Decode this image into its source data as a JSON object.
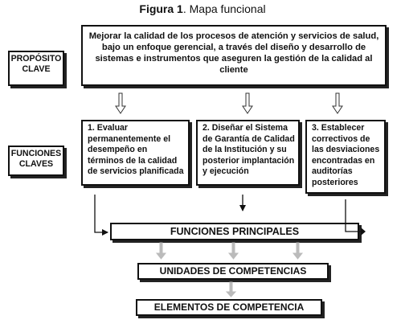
{
  "figure": {
    "label": "Figura 1",
    "title": ". Mapa funcional"
  },
  "labels": {
    "purpose": "PROPÓSITO CLAVE",
    "functions": "FUNCIONES CLAVES"
  },
  "purpose_text": "Mejorar la calidad de los procesos de atención y servicios de salud, bajo un enfoque gerencial, a través del diseño y desarrollo de sistemas e instrumentos que aseguren la gestión de la calidad al cliente",
  "key_functions": [
    "1.   Evaluar permanentemente el desempeño en términos de la calidad de servicios planificada",
    "2. Diseñar el Sistema de Garantía de Calidad de la Institución y su posterior implantación y ejecución",
    "3. Establecer correctivos de las desviaciones encontradas en auditorías posteriores"
  ],
  "principal": "FUNCIONES PRINCIPALES",
  "units": "UNIDADES DE COMPETENCIAS",
  "elements": "ELEMENTOS DE COMPETENCIA"
}
